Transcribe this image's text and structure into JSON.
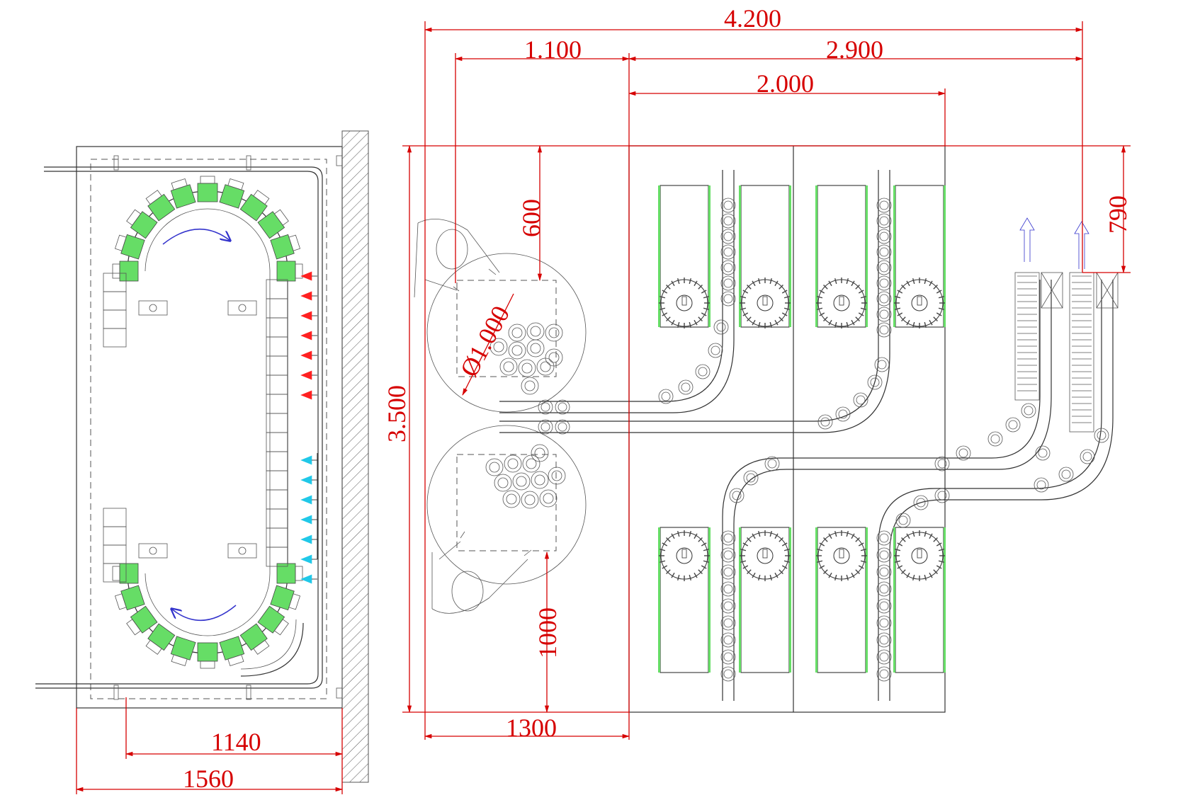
{
  "dimensions": {
    "total_width": "4.200",
    "left_width": "1.100",
    "right_width": "2.900",
    "middle_width": "2.000",
    "total_height": "3.500",
    "table_top_offset": "600",
    "table_diameter": "Ø1.000",
    "table_bottom_offset": "1000",
    "lower_left_width": "1300",
    "exit_offset": "790",
    "left_inner_width": "1140",
    "left_outer_width": "1560"
  },
  "colors": {
    "dimension": "#d60000",
    "bottle_holder": "#66dd66",
    "spray_red": "#ff2020",
    "spray_cyan": "#20c8e8",
    "rotation_arrow": "#3333cc"
  }
}
